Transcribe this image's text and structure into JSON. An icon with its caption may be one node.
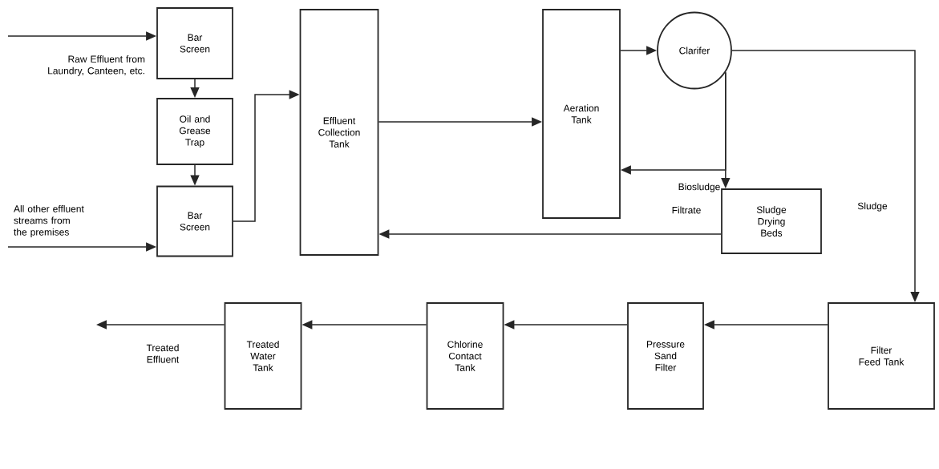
{
  "diagram": {
    "nodes": [
      {
        "text": [
          "Bar Screen"
        ]
      },
      {
        "text": [
          "Oil and Grease Trap"
        ]
      },
      {
        "text": [
          "Bar Screen"
        ]
      },
      {
        "text": [
          "Effluent Collection Tank"
        ]
      },
      {
        "text": [
          "Aeration Tank"
        ]
      },
      {
        "text": [
          "Clarifer"
        ]
      },
      {
        "text": [
          "Sludge Drying Beds"
        ]
      },
      {
        "text": [
          "Filter Feed Tank"
        ]
      },
      {
        "text": [
          "Pressure Sand Filter"
        ]
      },
      {
        "text": [
          "Chlorine Contact Tank"
        ]
      },
      {
        "text": [
          "Treated Water Tank"
        ]
      }
    ],
    "edges": [
      {
        "from": null,
        "to": 0,
        "arrow": "to",
        "label": "Raw Effluent from Laundry, Canteen, etc."
      },
      {
        "from": 0,
        "to": 1,
        "arrow": "to"
      },
      {
        "from": 1,
        "to": 2,
        "arrow": "to"
      },
      {
        "from": null,
        "to": 2,
        "arrow": "to",
        "label": "All other effluent streams from the premises"
      },
      {
        "from": 2,
        "to": 3,
        "arrow": "to"
      },
      {
        "from": 3,
        "to": 4,
        "arrow": "to"
      },
      {
        "from": 4,
        "to": 5,
        "arrow": "to"
      },
      {
        "from": 5,
        "to": 4,
        "arrow": "to",
        "label": "Biosludge"
      },
      {
        "from": 5,
        "to": 6,
        "arrow": "to"
      },
      {
        "from": 5,
        "to": 7,
        "arrow": "to",
        "label": "Sludge"
      },
      {
        "from": 6,
        "to": 3,
        "arrow": "to",
        "label": "Filtrate"
      },
      {
        "from": 7,
        "to": 8,
        "arrow": "to"
      },
      {
        "from": 8,
        "to": 9,
        "arrow": "to"
      },
      {
        "from": 9,
        "to": 10,
        "arrow": "to"
      },
      {
        "from": 10,
        "to": null,
        "arrow": "to",
        "label": "Treated Effluent"
      }
    ]
  }
}
